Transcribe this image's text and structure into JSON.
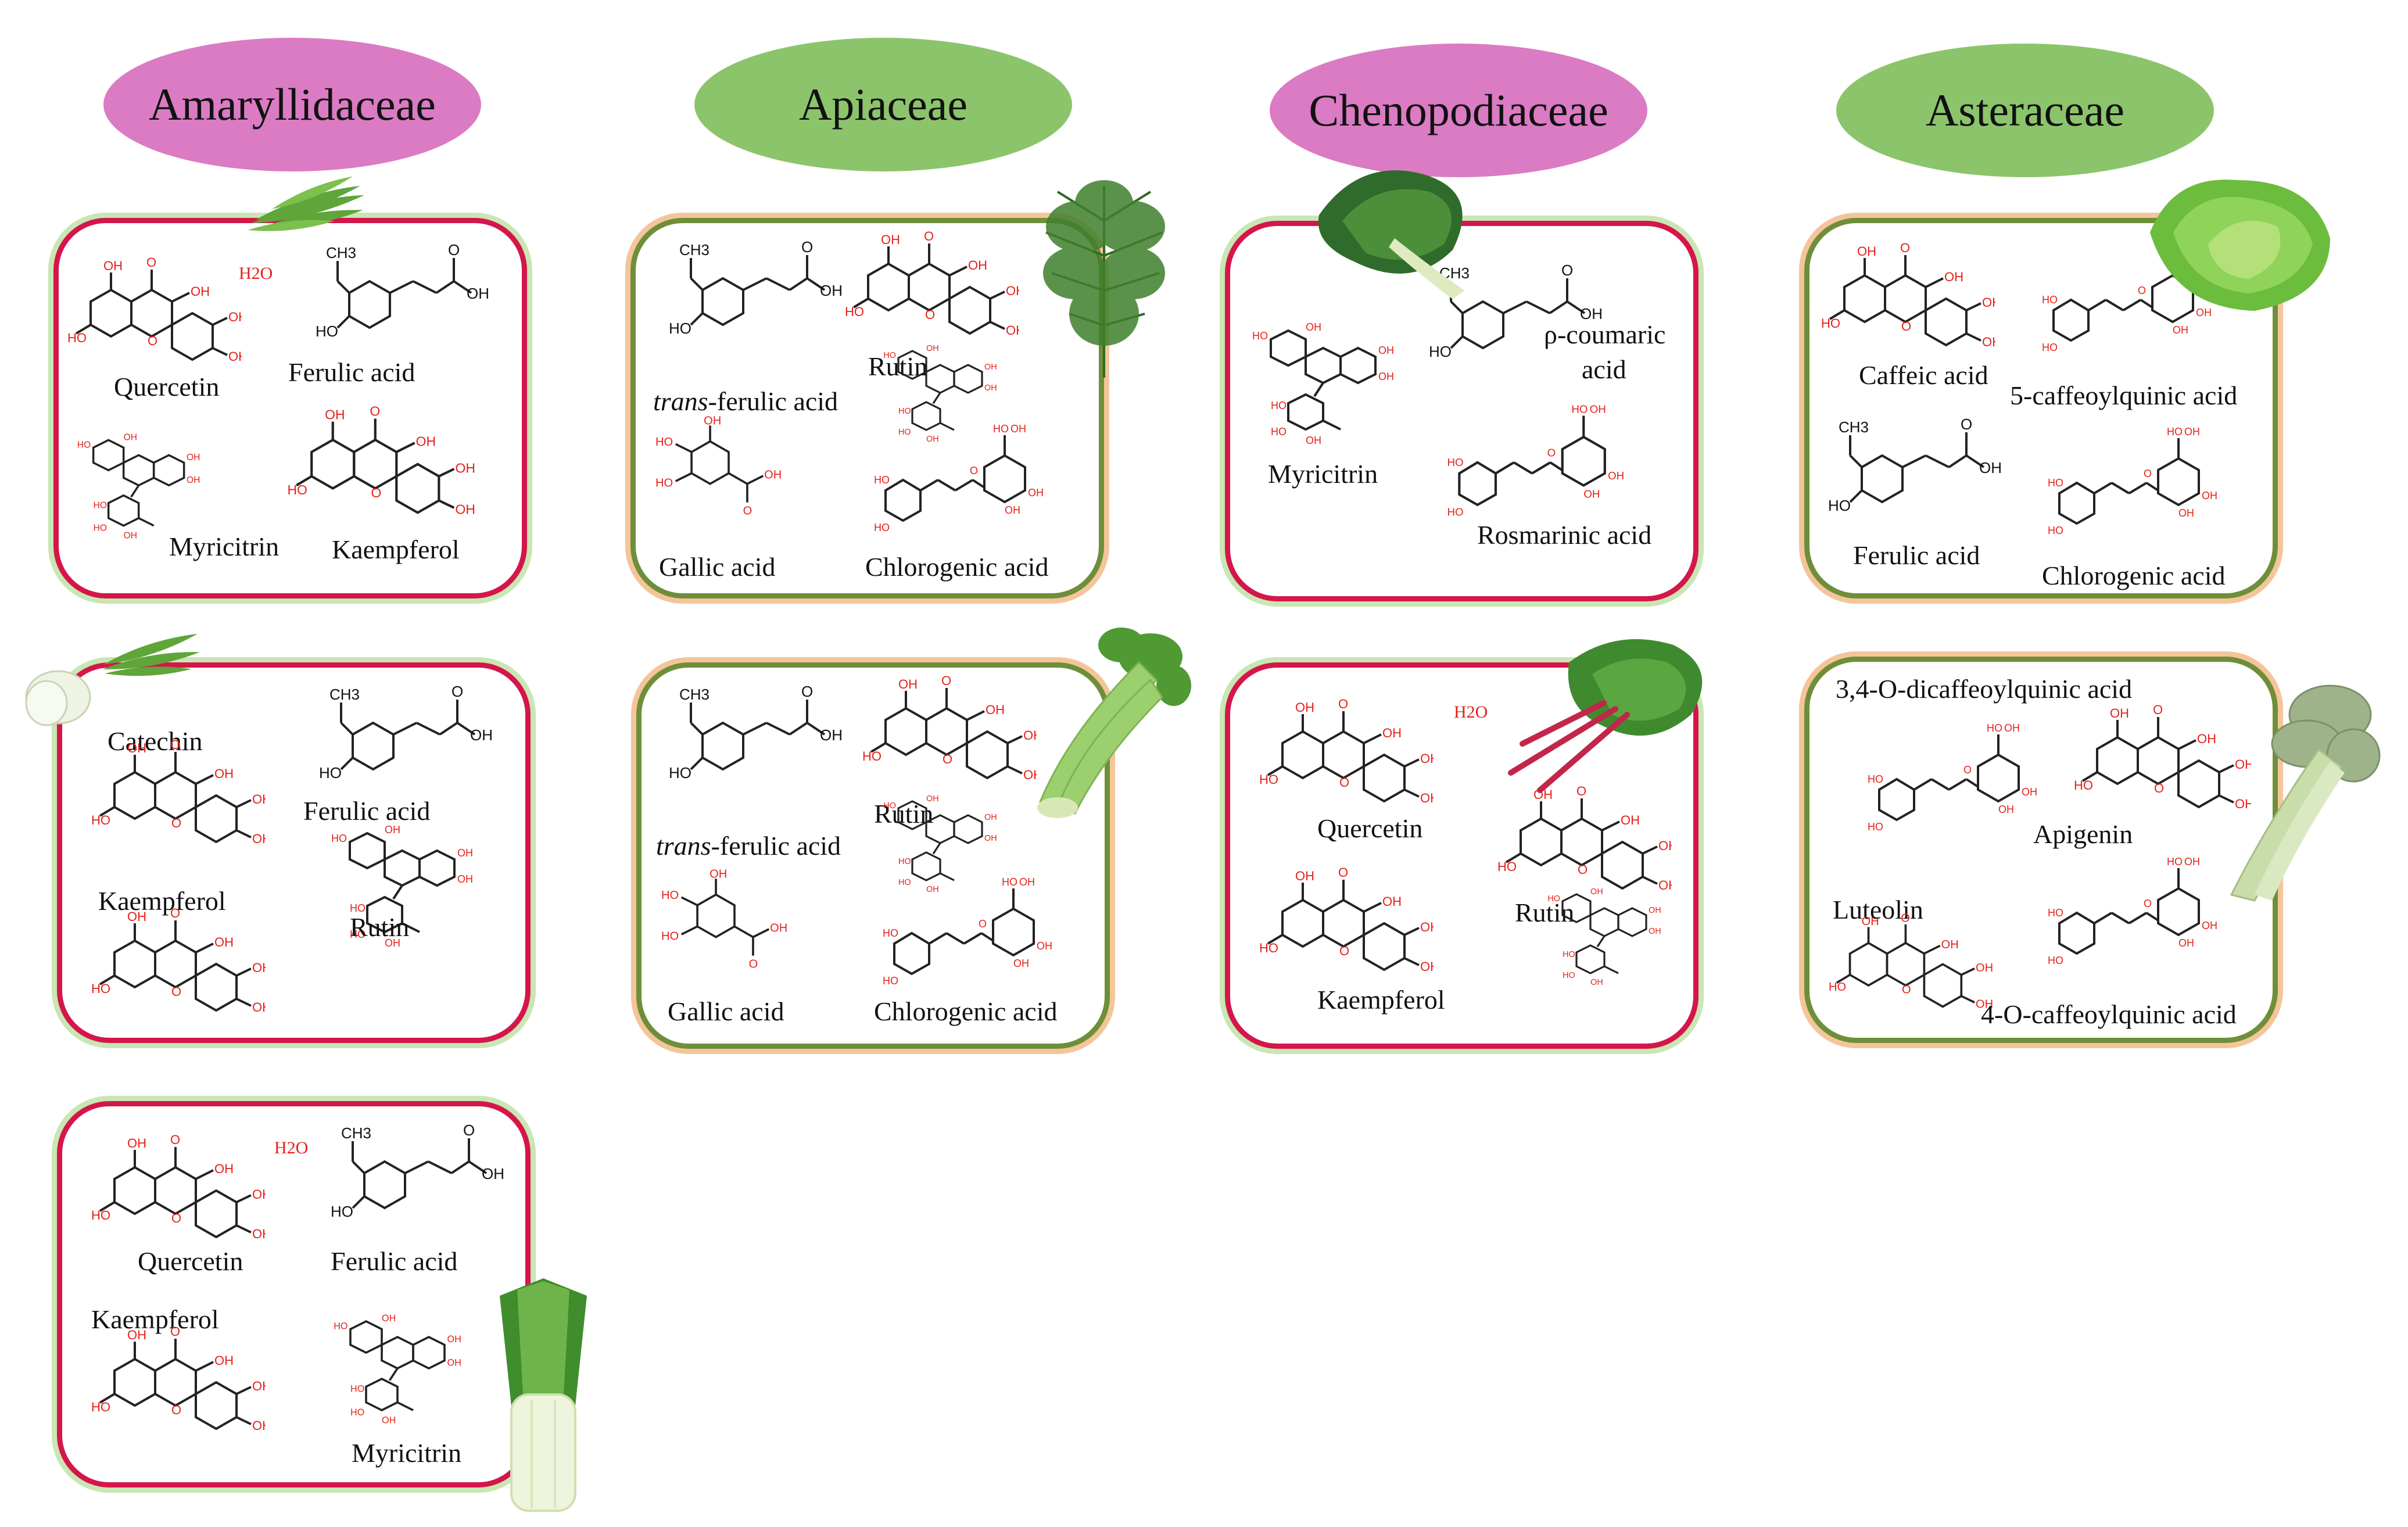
{
  "families": [
    {
      "id": "amaryllidaceae",
      "name": "Amaryllidaceae",
      "color": "#db7bc3"
    },
    {
      "id": "apiaceae",
      "name": "Apiaceae",
      "color": "#8cc46b"
    },
    {
      "id": "chenopodiaceae",
      "name": "Chenopodiaceae",
      "color": "#db7bc3"
    },
    {
      "id": "asteraceae",
      "name": "Asteraceae",
      "color": "#8cc46b"
    }
  ],
  "panels": {
    "ama1": {
      "vegetable_icon": "chive-icon",
      "compounds": [
        "Quercetin",
        "Ferulic acid",
        "Myricitrin",
        "Kaempferol"
      ]
    },
    "ama2": {
      "vegetable_icon": "spring-onion-icon",
      "compounds": [
        "Catechin",
        "Ferulic acid",
        "Kaempferol",
        "Rutin"
      ]
    },
    "ama3": {
      "vegetable_icon": "leek-icon",
      "compounds": [
        "Quercetin",
        "Ferulic acid",
        "Kaempferol",
        "Myricitrin"
      ]
    },
    "api1": {
      "vegetable_icon": "dill-icon",
      "compounds": [
        "trans",
        "-ferulic acid",
        "Rutin",
        "Gallic acid",
        "Chlorogenic acid"
      ]
    },
    "api2": {
      "vegetable_icon": "celery-icon",
      "compounds": [
        "trans",
        "-ferulic acid",
        "Rutin",
        "Gallic acid",
        "Chlorogenic acid"
      ]
    },
    "che1": {
      "vegetable_icon": "spinach-icon",
      "compounds": [
        "ρ-coumaric",
        "acid",
        "Myricitrin",
        "Rosmarinic acid"
      ]
    },
    "che2": {
      "vegetable_icon": "chard-icon",
      "compounds": [
        "Quercetin",
        "Rutin",
        "Kaempferol"
      ]
    },
    "ast1": {
      "vegetable_icon": "lettuce-icon",
      "compounds": [
        "Caffeic acid",
        "5-caffeoylquinic acid",
        "Ferulic acid",
        "Chlorogenic acid"
      ]
    },
    "ast2": {
      "vegetable_icon": "artichoke-icon",
      "compounds": [
        "3,4-O-dicaffeoylquinic acid",
        "Apigenin",
        "Luteolin",
        "4-O-caffeoylquinic acid"
      ]
    }
  },
  "atoms": {
    "oh": "OH",
    "ho": "HO",
    "o": "O",
    "ch3": "CH3",
    "h2o": "H2O"
  },
  "colors": {
    "panel_border_red": "#d4164a",
    "panel_border_olive": "#6f8e3a",
    "glow_green": "#c9e6b4",
    "glow_orange": "#f4c59a",
    "atom_red": "#e5201a"
  }
}
